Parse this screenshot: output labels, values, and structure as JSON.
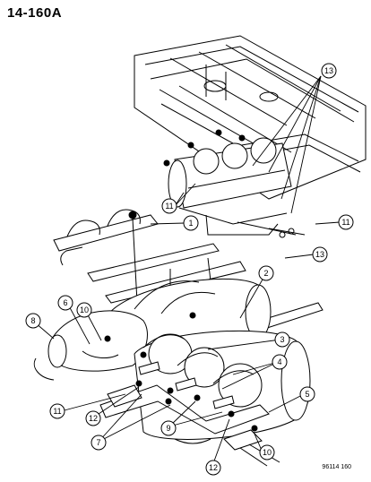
{
  "header": {
    "page_code": "14-160A"
  },
  "footer": {
    "figure_ref": "96114  160"
  },
  "callouts": [
    {
      "id": "c13a",
      "label": "13"
    },
    {
      "id": "c11a",
      "label": "11"
    },
    {
      "id": "c11b",
      "label": "11"
    },
    {
      "id": "c13b",
      "label": "13"
    },
    {
      "id": "c1",
      "label": "1"
    },
    {
      "id": "c2",
      "label": "2"
    },
    {
      "id": "c6",
      "label": "6"
    },
    {
      "id": "c10a",
      "label": "10"
    },
    {
      "id": "c8",
      "label": "8"
    },
    {
      "id": "c3",
      "label": "3"
    },
    {
      "id": "c4",
      "label": "4"
    },
    {
      "id": "c5",
      "label": "5"
    },
    {
      "id": "c11c",
      "label": "11"
    },
    {
      "id": "c12a",
      "label": "12"
    },
    {
      "id": "c7",
      "label": "7"
    },
    {
      "id": "c9",
      "label": "9"
    },
    {
      "id": "c12b",
      "label": "12"
    },
    {
      "id": "c10b",
      "label": "10"
    }
  ]
}
